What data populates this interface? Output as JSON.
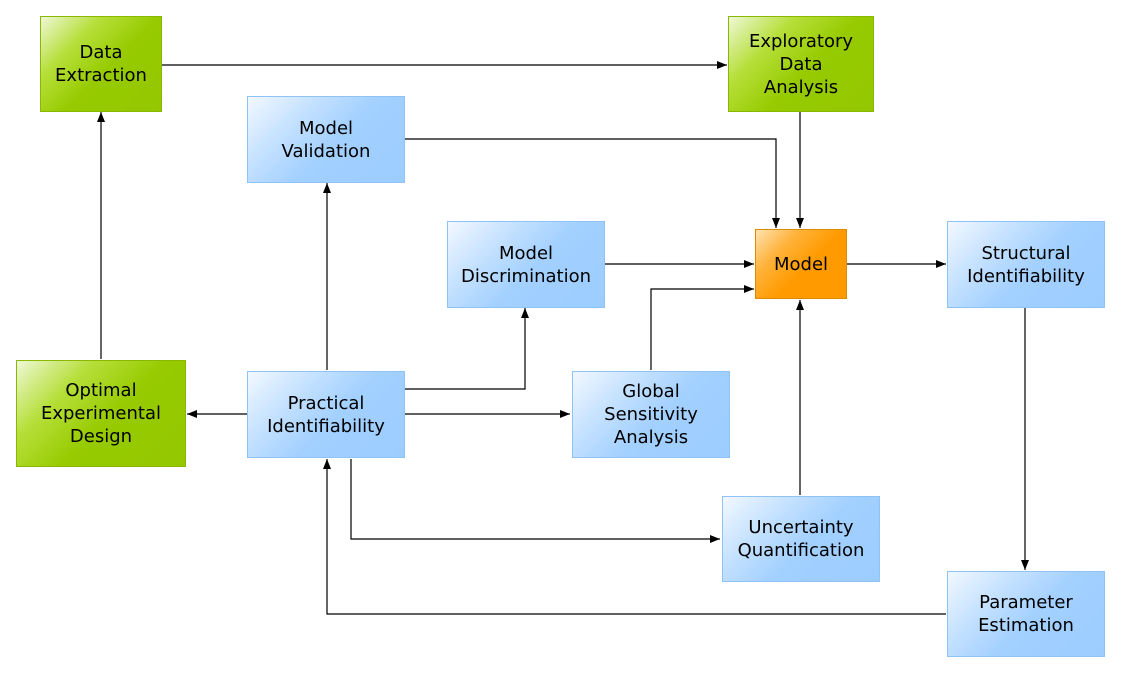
{
  "diagram": {
    "nodes": [
      {
        "id": "data-extraction",
        "label": "Data\nExtraction",
        "color": "#97cb00"
      },
      {
        "id": "exploratory-data-analysis",
        "label": "Exploratory\nData\nAnalysis",
        "color": "#97cb00"
      },
      {
        "id": "model-validation",
        "label": "Model\nValidation",
        "color": "#a2d0ff"
      },
      {
        "id": "model-discrimination",
        "label": "Model\nDiscrimination",
        "color": "#a2d0ff"
      },
      {
        "id": "model",
        "label": "Model",
        "color": "#ff9b00"
      },
      {
        "id": "structural-identifiability",
        "label": "Structural\nIdentifiability",
        "color": "#a2d0ff"
      },
      {
        "id": "optimal-experimental-design",
        "label": "Optimal\nExperimental\nDesign",
        "color": "#97cb00"
      },
      {
        "id": "practical-identifiability",
        "label": "Practical\nIdentifiability",
        "color": "#a2d0ff"
      },
      {
        "id": "global-sensitivity-analysis",
        "label": "Global\nSensitivity\nAnalysis",
        "color": "#a2d0ff"
      },
      {
        "id": "uncertainty-quantification",
        "label": "Uncertainty\nQuantification",
        "color": "#a2d0ff"
      },
      {
        "id": "parameter-estimation",
        "label": "Parameter\nEstimation",
        "color": "#a2d0ff"
      }
    ],
    "edges": [
      {
        "from": "data-extraction",
        "to": "exploratory-data-analysis"
      },
      {
        "from": "exploratory-data-analysis",
        "to": "model"
      },
      {
        "from": "model-validation",
        "to": "model"
      },
      {
        "from": "model-discrimination",
        "to": "model"
      },
      {
        "from": "global-sensitivity-analysis",
        "to": "model"
      },
      {
        "from": "uncertainty-quantification",
        "to": "model"
      },
      {
        "from": "model",
        "to": "structural-identifiability"
      },
      {
        "from": "structural-identifiability",
        "to": "parameter-estimation"
      },
      {
        "from": "parameter-estimation",
        "to": "practical-identifiability"
      },
      {
        "from": "practical-identifiability",
        "to": "model-validation"
      },
      {
        "from": "practical-identifiability",
        "to": "model-discrimination"
      },
      {
        "from": "practical-identifiability",
        "to": "global-sensitivity-analysis"
      },
      {
        "from": "practical-identifiability",
        "to": "uncertainty-quantification"
      },
      {
        "from": "practical-identifiability",
        "to": "optimal-experimental-design"
      },
      {
        "from": "optimal-experimental-design",
        "to": "data-extraction"
      }
    ]
  }
}
